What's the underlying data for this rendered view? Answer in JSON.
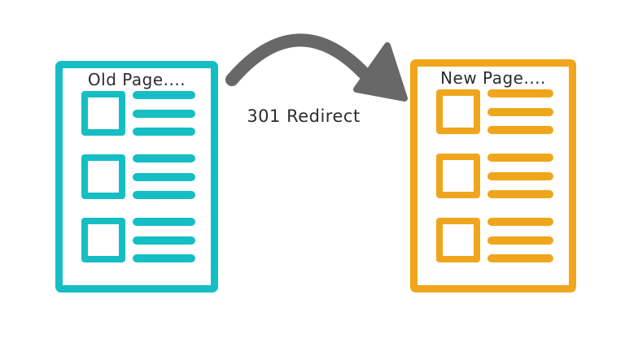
{
  "diagram": {
    "background_color": "#ffffff",
    "text_color": "#2c2c2c",
    "old_page": {
      "title": "Old Page....",
      "accent_color": "#15bec4",
      "rows": 3,
      "bars_per_row": 3
    },
    "new_page": {
      "title": "New Page....",
      "accent_color": "#efa61c",
      "rows": 3,
      "bars_per_row": 3
    },
    "arrow": {
      "label": "301 Redirect",
      "color": "#686868"
    }
  }
}
